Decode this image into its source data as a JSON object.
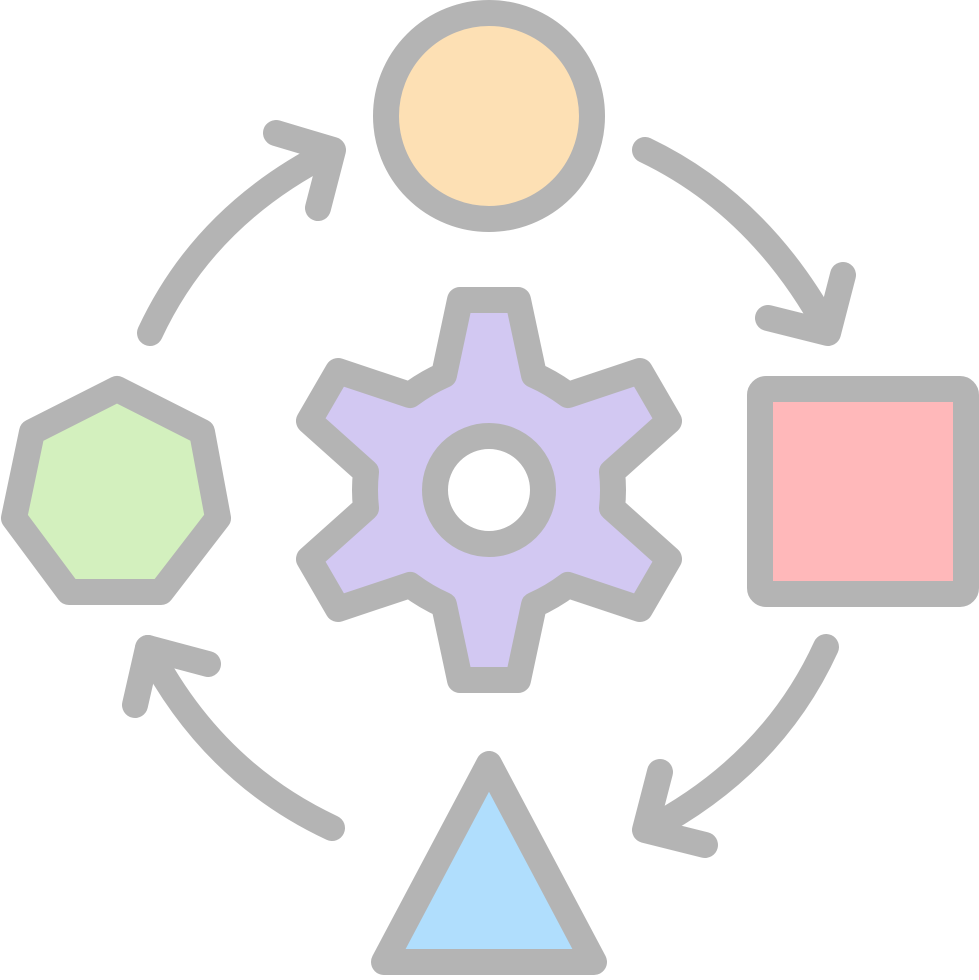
{
  "icon": {
    "name": "workflow-cycle-icon",
    "colors": {
      "outline": "#b4b4b4",
      "circle_fill": "#fde0b4",
      "square_fill": "#ffb8ba",
      "triangle_fill": "#b0defd",
      "heptagon_fill": "#d3f0be",
      "gear_fill": "#d2c8f2",
      "gear_hole_fill": "#ffffff",
      "background": "#ffffff"
    },
    "shapes": [
      "circle",
      "square",
      "triangle",
      "heptagon",
      "gear"
    ],
    "arrows": [
      "arrow-top-right",
      "arrow-bottom-right",
      "arrow-bottom-left",
      "arrow-top-left"
    ]
  }
}
